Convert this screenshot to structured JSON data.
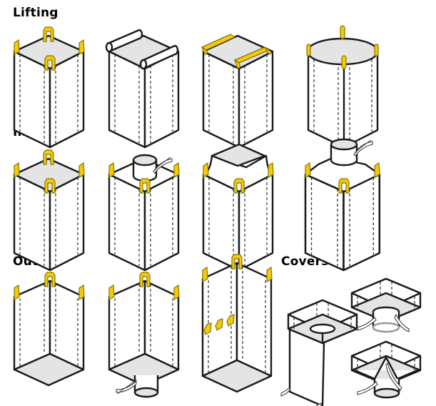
{
  "sections": [
    {
      "title": "Lifting",
      "items": [
        "four-corner-loops",
        "sleeve-lift",
        "cross-corner-loops",
        "round-bag-loops"
      ]
    },
    {
      "title": "Inlets",
      "items": [
        "open-top",
        "fill-spout",
        "duffle-top",
        "conical-top-spout"
      ]
    },
    {
      "title": "Outlets",
      "items": [
        "flat-bottom",
        "discharge-spout",
        "side-loops-tall"
      ]
    },
    {
      "title": "Covers",
      "items": [
        "skirt-cover",
        "cover-with-spout",
        "cover-with-cone-spout"
      ]
    }
  ],
  "colors": {
    "loop_yellow": "#f2cc0c",
    "panel_gray": "#e4e4e4",
    "outline": "#1a1a1a"
  }
}
